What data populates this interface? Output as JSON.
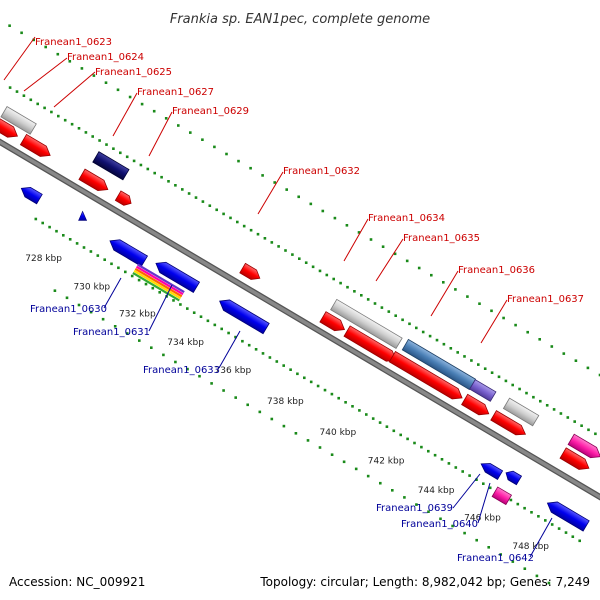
{
  "title": "Frankia sp. EAN1pec, complete genome",
  "footer": {
    "accession": "Accession: NC_009921",
    "topology": "Topology: circular; Length: 8,982,042 bp; Genes: 7,249"
  },
  "colors": {
    "forward_gene": "#ff0000",
    "reverse_gene": "#0000ee",
    "backbone": "#888888",
    "dots": "#1a8a1a",
    "label_forward": "#cc0000",
    "label_reverse": "#000099"
  },
  "ticks": [
    "728 kbp",
    "730 kbp",
    "732 kbp",
    "734 kbp",
    "736 kbp",
    "738 kbp",
    "740 kbp",
    "742 kbp",
    "744 kbp",
    "746 kbp",
    "748 kbp"
  ],
  "labels_forward": [
    "Franean1_0623",
    "Franean1_0624",
    "Franean1_0625",
    "Franean1_0627",
    "Franean1_0629",
    "Franean1_0632",
    "Franean1_0634",
    "Franean1_0635",
    "Franean1_0636",
    "Franean1_0637"
  ],
  "labels_reverse": [
    "Franean1_0630",
    "Franean1_0631",
    "Franean1_0633",
    "Franean1_0639",
    "Franean1_0640",
    "Franean1_0642"
  ]
}
